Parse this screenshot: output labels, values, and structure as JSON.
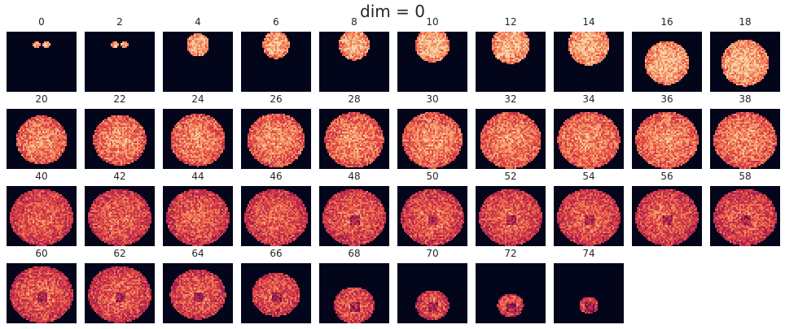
{
  "figure": {
    "title": "dim = 0",
    "background_color": "#03051a",
    "slice_labels": [
      "0",
      "2",
      "4",
      "6",
      "8",
      "10",
      "12",
      "14",
      "16",
      "18",
      "20",
      "22",
      "24",
      "26",
      "28",
      "30",
      "32",
      "34",
      "36",
      "38",
      "40",
      "42",
      "44",
      "46",
      "48",
      "50",
      "52",
      "54",
      "56",
      "58",
      "60",
      "62",
      "64",
      "66",
      "68",
      "70",
      "72",
      "74"
    ]
  }
}
